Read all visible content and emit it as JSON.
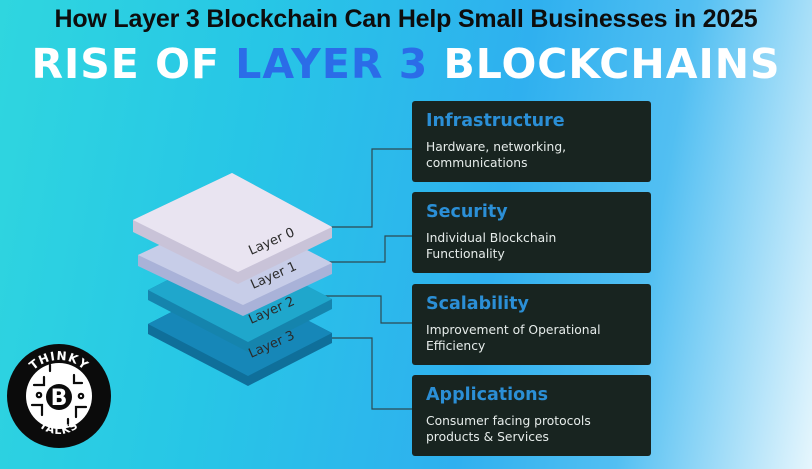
{
  "title": "How Layer 3 Blockchain Can Help Small Businesses in 2025",
  "headline": {
    "part1": "RISE OF ",
    "accent": "LAYER 3",
    "part2": " BLOCKCHAINS"
  },
  "layers": [
    {
      "label": "Layer 3"
    },
    {
      "label": "Layer 2"
    },
    {
      "label": "Layer 1"
    },
    {
      "label": "Layer 0"
    }
  ],
  "cards": [
    {
      "title": "Infrastructure",
      "text": "Hardware, networking,\ncommunications"
    },
    {
      "title": "Security",
      "text": "Individual Blockchain\nFunctionality"
    },
    {
      "title": "Scalability",
      "text": "Improvement of Operational\nEfficiency"
    },
    {
      "title": "Applications",
      "text": "Consumer facing protocols\nproducts & Services"
    }
  ],
  "logo": {
    "top_text": "THINKY",
    "bottom_text": "TALKS",
    "letter": "B"
  },
  "colors": {
    "accent": "#2b6ce8",
    "card_bg": "#182420",
    "card_title": "#2b8fd6",
    "layer0": "#e9e4f1",
    "layer1": "#c7cde8",
    "layer2": "#1fa7cc",
    "layer3": "#1687b8"
  }
}
